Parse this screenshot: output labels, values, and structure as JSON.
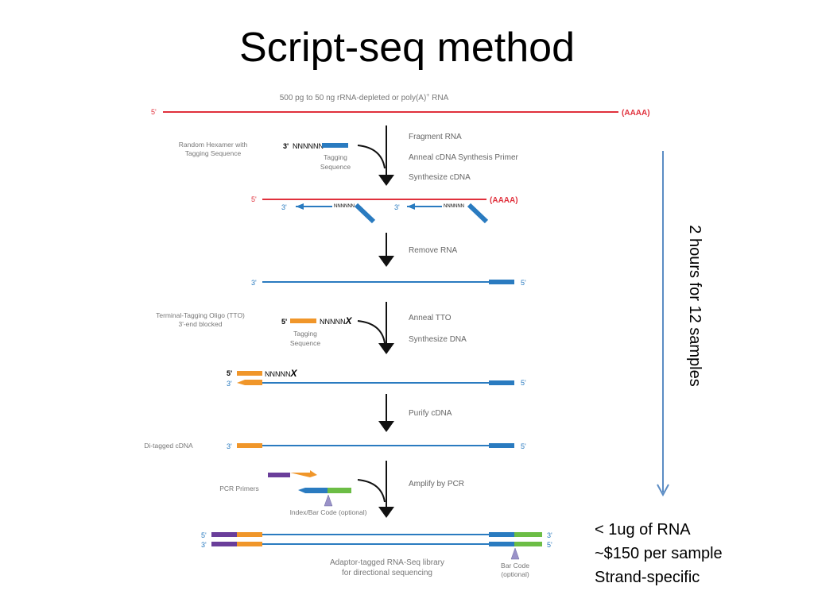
{
  "title": "Script-seq method",
  "input_label": "500 pg to 50 ng rRNA-depleted or poly(A)",
  "input_sup": "+",
  "input_tail": " RNA",
  "aaaa_open": "(",
  "aaaa": "AAAA",
  "aaaa_close": ")",
  "ends": {
    "five": "5'",
    "three": "3'",
    "three_bold": "3'",
    "five_bold": "5'"
  },
  "nnnnnn": "NNNNNN",
  "nnnnn_x": "NNNNN",
  "x_mark": "X",
  "steps": {
    "fragment": "Fragment RNA",
    "anneal_primer": "Anneal cDNA Synthesis Primer",
    "synthesize_cdna": "Synthesize cDNA",
    "remove_rna": "Remove RNA",
    "anneal_tto": "Anneal TTO",
    "synthesize_dna": "Synthesize DNA",
    "purify": "Purify cDNA",
    "amplify": "Amplify by PCR"
  },
  "side_labels": {
    "hexamer_1": "Random Hexamer with",
    "hexamer_2": "Tagging Sequence",
    "tagging_1": "Tagging",
    "tagging_2": "Sequence",
    "tto_1": "Terminal-Tagging Oligo (TTO)",
    "tto_2": "3'-end blocked",
    "ditagged": "Di-tagged cDNA",
    "pcr_primers": "PCR Primers",
    "index_bar": "Index/Bar Code (optional)",
    "library_1": "Adaptor-tagged RNA-Seq library",
    "library_2": "for directional sequencing",
    "barcode_1": "Bar Code",
    "barcode_2": "(optional)"
  },
  "timeline": "2 hours for 12 samples",
  "notes": [
    "< 1ug of RNA",
    "~$150 per sample",
    "Strand-specific"
  ],
  "colors": {
    "rna": "#e0303c",
    "dna": "#2a7bc0",
    "orange": "#f0962a",
    "purple": "#6a3e9a",
    "green": "#6cbd45",
    "timeline": "#5b8cc4"
  }
}
